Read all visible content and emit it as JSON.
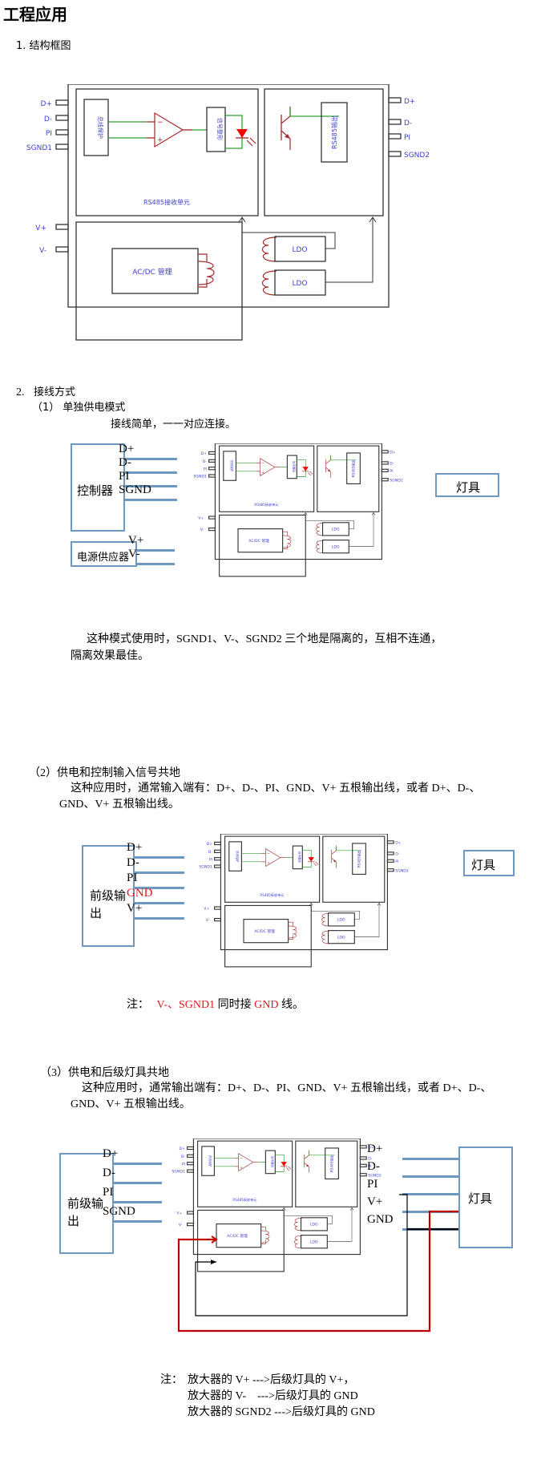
{
  "title": "工程应用",
  "section1": {
    "heading": "1.  结构框图"
  },
  "diagram": {
    "left_pins": [
      "D+",
      "D-",
      "PI",
      "SGND1"
    ],
    "power_pins": [
      "V+",
      "V-"
    ],
    "right_pins": [
      "D+",
      "D-",
      "PI",
      "SGND2"
    ],
    "bus_protect": "总线保护",
    "signal_shaping": "信号整形",
    "rs485_out": "RS485输出",
    "rx_unit": "RS485接收单元",
    "acdc": "AC/DC 管理",
    "ldo1": "LDO",
    "ldo2": "LDO",
    "opamp_minus": "−",
    "opamp_plus": "+"
  },
  "section2": {
    "heading_num": "2.",
    "heading": "接线方式",
    "mode1": {
      "heading": "（1）  单独供电模式",
      "sub": "接线简单，一一对应连接。",
      "controller": "控制器",
      "power_supply": "电源供应器",
      "ctrl_lines": [
        "D+",
        "D-",
        "PI",
        "SGND"
      ],
      "power_lines": [
        "V+",
        "V-"
      ],
      "lamp": "灯具",
      "note_line1": "这种模式使用时，SGND1、V-、SGND2 三个地是隔离的，互相不连通，",
      "note_line2": "隔离效果最佳。"
    },
    "mode2": {
      "heading": "（2）供电和控制输入信号共地",
      "desc_line1": "这种应用时，通常输入端有：D+、D-、PI、GND、V+ 五根输出线，或者 D+、D-、",
      "desc_line2": "GND、V+ 五根输出线。",
      "source": "前级输出",
      "lines": [
        "D+",
        "D-",
        "PI",
        "GND",
        "V+"
      ],
      "highlight_line": "GND",
      "lamp": "灯具",
      "note_prefix": "注：",
      "note_red1": "V-、SGND1",
      "note_mid": " 同时接 ",
      "note_red2": "GND",
      "note_suffix": " 线。"
    },
    "mode3": {
      "heading": "（3）供电和后级灯具共地",
      "desc_line1": "这种应用时，通常输出端有：D+、D-、PI、GND、V+ 五根输出线，或者 D+、D-、",
      "desc_line2": "GND、V+ 五根输出线。",
      "source": "前级输出",
      "src_lines": [
        "D+",
        "D-",
        "PI",
        "SGND"
      ],
      "lamp": "灯具",
      "lamp_lines": [
        "D+",
        "D-",
        "PI",
        "V+",
        "GND"
      ],
      "note_prefix": "注：",
      "notes": [
        "放大器的 V+ --->后级灯具的 V+，",
        "放大器的 V-    --->后级灯具的 GND",
        "放大器的 SGND2 --->后级灯具的 GND"
      ]
    }
  },
  "colors": {
    "blue_text": "#4040d0",
    "box_blue": "#6d98c0",
    "red_wire": "#c00000",
    "green_wire": "#2ea02e",
    "dark_red": "#a52a2a",
    "led_red": "#ff0000"
  }
}
